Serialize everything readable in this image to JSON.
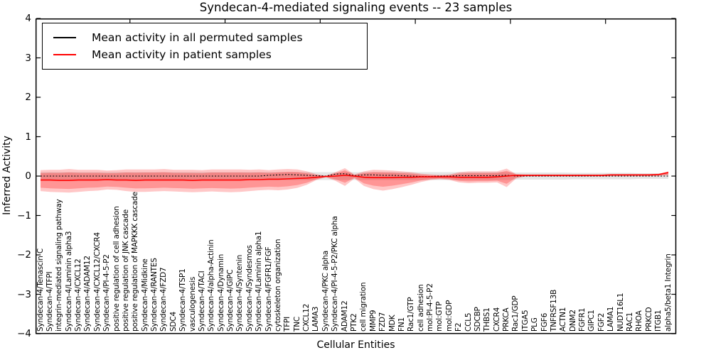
{
  "title": "Syndecan-4-mediated signaling events -- 23 samples",
  "axes": {
    "x_label": "Cellular Entities",
    "y_label": "Inferred Activity",
    "y_ticks": [
      "4",
      "3",
      "2",
      "1",
      "0",
      "−1",
      "−2",
      "−3",
      "−4"
    ],
    "y_tick_values": [
      4,
      3,
      2,
      1,
      0,
      -1,
      -2,
      -3,
      -4
    ],
    "ylim": [
      -4,
      4
    ]
  },
  "legend": {
    "entries": [
      {
        "label": "Mean activity in all permuted samples",
        "color": "#000000"
      },
      {
        "label": "Mean activity in patient samples",
        "color": "#ff0000"
      }
    ]
  },
  "colors": {
    "patient_line": "#ff0000",
    "permuted_line": "#000000",
    "patient_band": "#ff0000",
    "permuted_band": "#e5e5e5",
    "axis": "#000000"
  },
  "chart_data": {
    "type": "line",
    "title": "Syndecan-4-mediated signaling events -- 23 samples",
    "xlabel": "Cellular Entities",
    "ylabel": "Inferred Activity",
    "ylim": [
      -4,
      4
    ],
    "grid": false,
    "legend_position": "upper left",
    "x_major_ticks": [
      9.4,
      19.4,
      29.4,
      39.4,
      49.4,
      59.4
    ],
    "categories": [
      "Syndecan-4/Tenascin C",
      "Syndecan-4/TFPI",
      "integrin-mediated signaling pathway",
      "Syndecan-4/Laminin alpha3",
      "Syndecan-4/CXCL12",
      "Syndecan-4/ADAM12",
      "Syndecan-4/CXCL12/CXCR4",
      "Syndecan-4/PI-4-5-P2",
      "positive regulation of cell adhesion",
      "positive regulation of JNK cascade",
      "positive regulation of MAPKKK cascade",
      "Syndecan-4/Midkine",
      "Syndecan-4/RANTES",
      "Syndecan-4/FZD7",
      "SDC4",
      "Syndecan-4/TSP1",
      "vasculogenesis",
      "Syndecan-4/TACI",
      "Syndecan-4/alpha-Actinin",
      "Syndecan-4/Dynamin",
      "Syndecan-4/GIPC",
      "Syndecan-4/Syntenin",
      "Syndecan-4/Syndesmos",
      "Syndecan-4/Laminin alpha1",
      "Syndecan-4/FGFR1/FGF",
      "cytoskeleton organization",
      "TFPI",
      "TNC",
      "CXCL12",
      "LAMA3",
      "Syndecan-4/PKC alpha",
      "Syndecan-4/PI-4-5-P2/PKC alpha",
      "ADAM12",
      "PTK2",
      "cell migration",
      "MMP9",
      "FZD7",
      "MDK",
      "FN1",
      "Rac1/GTP",
      "cell adhesion",
      "mol:PI-4-5-P2",
      "mol:GTP",
      "mol:GDP",
      "F2",
      "CCL5",
      "SDCBP",
      "THBS1",
      "CXCR4",
      "PRKCA",
      "Rac1/GDP",
      "ITGA5",
      "PLG",
      "FGF6",
      "TNFRSF13B",
      "ACTN1",
      "DNM2",
      "FGFR1",
      "GIPC1",
      "FGF2",
      "LAMA1",
      "NUDT16L1",
      "RAC1",
      "RHOA",
      "PRKCD",
      "ITGB1",
      "alpha5/beta1 Integrin"
    ],
    "series": [
      {
        "name": "Mean activity in all permuted samples",
        "color": "#000000",
        "style": "dashed",
        "values": [
          0,
          0,
          0,
          0,
          0,
          0,
          0,
          0,
          0,
          0,
          0,
          0,
          0,
          0,
          0,
          0,
          0,
          0,
          0,
          0,
          0,
          0,
          0,
          0,
          0.02,
          0.03,
          0.04,
          0.03,
          0.02,
          0.01,
          0,
          0.05,
          0.06,
          0.01,
          0.03,
          0.03,
          0.02,
          0.02,
          0.01,
          0,
          -0.01,
          -0.01,
          0,
          0,
          0.01,
          0.01,
          0.01,
          0.01,
          0.01,
          0.02,
          0,
          0,
          0,
          0,
          0,
          0,
          0,
          0,
          0,
          0,
          0,
          0,
          0,
          0,
          0,
          0,
          0
        ]
      },
      {
        "name": "Mean activity in patient samples",
        "color": "#ff0000",
        "style": "solid",
        "values": [
          -0.1,
          -0.1,
          -0.11,
          -0.11,
          -0.1,
          -0.1,
          -0.1,
          -0.09,
          -0.1,
          -0.1,
          -0.11,
          -0.1,
          -0.1,
          -0.1,
          -0.1,
          -0.1,
          -0.11,
          -0.1,
          -0.1,
          -0.1,
          -0.1,
          -0.1,
          -0.09,
          -0.09,
          -0.08,
          -0.08,
          -0.07,
          -0.06,
          -0.05,
          -0.03,
          -0.01,
          0,
          0.02,
          0,
          -0.03,
          -0.04,
          -0.04,
          -0.04,
          -0.03,
          -0.03,
          -0.02,
          -0.02,
          -0.02,
          -0.02,
          -0.03,
          -0.03,
          -0.03,
          -0.03,
          -0.02,
          0,
          0.02,
          0.02,
          0.02,
          0.02,
          0.02,
          0.02,
          0.02,
          0.02,
          0.02,
          0.02,
          0.03,
          0.03,
          0.03,
          0.03,
          0.03,
          0.04,
          0.09
        ]
      }
    ],
    "bands": [
      {
        "name": "permuted-std-band",
        "color": "#e5e5e5",
        "upper": [
          0.1,
          0.1,
          0.1,
          0.1,
          0.1,
          0.1,
          0.1,
          0.1,
          0.1,
          0.1,
          0.1,
          0.1,
          0.1,
          0.1,
          0.1,
          0.1,
          0.1,
          0.1,
          0.1,
          0.1,
          0.1,
          0.1,
          0.1,
          0.1,
          0.1,
          0.1,
          0.1,
          0.1,
          0.1,
          0.1,
          0.1,
          0.1,
          0.1,
          0.1,
          0.1,
          0.1,
          0.1,
          0.1,
          0.1,
          0.1,
          0.1,
          0.1,
          0.1,
          0.1,
          0.1,
          0.1,
          0.1,
          0.1,
          0.1,
          0.1,
          0.09,
          0.09,
          0.09,
          0.09,
          0.09,
          0.09,
          0.08,
          0.08,
          0.08,
          0.08,
          0.08,
          0.08,
          0.08,
          0.07,
          0.07,
          0.07,
          0.07
        ],
        "lower": [
          -0.1,
          -0.1,
          -0.1,
          -0.1,
          -0.1,
          -0.1,
          -0.1,
          -0.1,
          -0.1,
          -0.1,
          -0.1,
          -0.1,
          -0.1,
          -0.1,
          -0.1,
          -0.1,
          -0.1,
          -0.1,
          -0.1,
          -0.1,
          -0.1,
          -0.1,
          -0.1,
          -0.1,
          -0.1,
          -0.1,
          -0.1,
          -0.1,
          -0.1,
          -0.1,
          -0.1,
          -0.1,
          -0.1,
          -0.1,
          -0.1,
          -0.1,
          -0.1,
          -0.1,
          -0.1,
          -0.1,
          -0.1,
          -0.1,
          -0.1,
          -0.1,
          -0.1,
          -0.1,
          -0.1,
          -0.1,
          -0.1,
          -0.1,
          -0.09,
          -0.09,
          -0.09,
          -0.09,
          -0.09,
          -0.09,
          -0.08,
          -0.08,
          -0.08,
          -0.08,
          -0.08,
          -0.08,
          -0.08,
          -0.07,
          -0.07,
          -0.07,
          -0.07
        ]
      },
      {
        "name": "patient-std-band",
        "color": "#ff0000",
        "inner_scale": 0.7,
        "upper": [
          0.15,
          0.16,
          0.16,
          0.18,
          0.16,
          0.16,
          0.16,
          0.14,
          0.15,
          0.17,
          0.17,
          0.17,
          0.17,
          0.18,
          0.16,
          0.16,
          0.16,
          0.15,
          0.17,
          0.17,
          0.17,
          0.17,
          0.16,
          0.17,
          0.15,
          0.17,
          0.18,
          0.17,
          0.12,
          0.05,
          0.01,
          0.1,
          0.2,
          0.04,
          0.12,
          0.16,
          0.15,
          0.14,
          0.12,
          0.1,
          0.06,
          0.04,
          0.03,
          0.04,
          0.1,
          0.12,
          0.12,
          0.12,
          0.12,
          0.19,
          0.05,
          0.04,
          0.04,
          0.04,
          0.04,
          0.04,
          0.04,
          0.04,
          0.04,
          0.04,
          0.05,
          0.05,
          0.05,
          0.05,
          0.05,
          0.06,
          0.12
        ],
        "lower": [
          -0.38,
          -0.4,
          -0.41,
          -0.42,
          -0.4,
          -0.38,
          -0.37,
          -0.34,
          -0.35,
          -0.38,
          -0.4,
          -0.4,
          -0.39,
          -0.38,
          -0.39,
          -0.4,
          -0.41,
          -0.4,
          -0.39,
          -0.4,
          -0.41,
          -0.4,
          -0.38,
          -0.36,
          -0.35,
          -0.36,
          -0.34,
          -0.3,
          -0.22,
          -0.1,
          -0.03,
          -0.12,
          -0.25,
          -0.06,
          -0.25,
          -0.33,
          -0.37,
          -0.33,
          -0.28,
          -0.22,
          -0.15,
          -0.1,
          -0.08,
          -0.1,
          -0.16,
          -0.18,
          -0.17,
          -0.17,
          -0.16,
          -0.28,
          -0.06,
          -0.01,
          -0.01,
          -0.01,
          -0.01,
          -0.01,
          -0.01,
          -0.01,
          -0.01,
          -0.01,
          0,
          0,
          0,
          0,
          0,
          0.01,
          0.02
        ]
      }
    ]
  }
}
